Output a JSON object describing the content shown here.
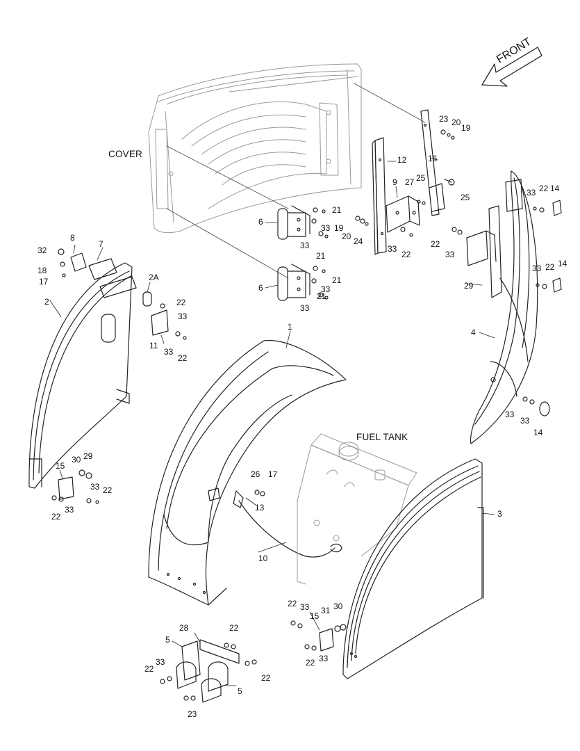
{
  "labels": {
    "cover": "COVER",
    "fuel_tank": "FUEL TANK",
    "front": "FRONT"
  },
  "callouts": [
    "1",
    "2",
    "2A",
    "3",
    "4",
    "5",
    "5",
    "6",
    "6",
    "7",
    "8",
    "9",
    "10",
    "11",
    "12",
    "13",
    "14",
    "14",
    "14",
    "15",
    "15",
    "16",
    "17",
    "17",
    "18",
    "19",
    "19",
    "20",
    "20",
    "21",
    "21",
    "21",
    "21",
    "22",
    "22",
    "22",
    "22",
    "22",
    "22",
    "22",
    "22",
    "22",
    "22",
    "22",
    "22",
    "22",
    "23",
    "23",
    "24",
    "25",
    "25",
    "26",
    "27",
    "28",
    "29",
    "29",
    "30",
    "30",
    "31",
    "32",
    "33",
    "33",
    "33",
    "33",
    "33",
    "33",
    "33",
    "33",
    "33",
    "33",
    "33",
    "33",
    "33",
    "33",
    "33",
    "33",
    "33"
  ]
}
